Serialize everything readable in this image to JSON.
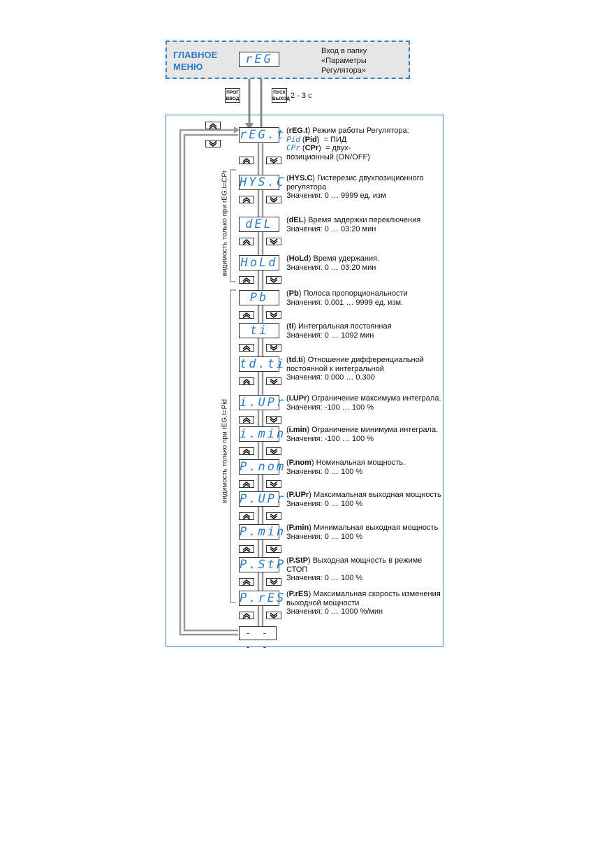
{
  "main_menu": {
    "title_line1": "ГЛАВНОЕ",
    "title_line2": "МЕНЮ",
    "display": "rEG",
    "note_line1": "Вход в папку",
    "note_line2": "«Параметры Регулятора»"
  },
  "keys": {
    "prog_line1": "ПРОГ",
    "prog_line2": "ВВОД",
    "pusk_line1": "ПУСК",
    "pusk_line2": "ВЫХОД",
    "hold_time": "2 - 3 с"
  },
  "groups": {
    "cpr_label": "видимость только при rEG.t=CPr",
    "pid_label": "видимость только при rEG.t=Pid"
  },
  "params": [
    {
      "display": "rEG.t",
      "code": "rEG.t",
      "name": " Режим работы Регулятора:"
    },
    {
      "display": "HYS.C",
      "code": "HYS.C",
      "name": " Гистерезис двухпозиционного регулятора",
      "values": "Значения: 0 … 9999 ед. изм"
    },
    {
      "display": "dEL",
      "code": "dEL",
      "name": " Время задержки переключения",
      "values": "Значения: 0 … 03:20 мин"
    },
    {
      "display": "HoLd",
      "code": "HoLd",
      "name": " Время удержания.",
      "values": "Значения: 0 … 03:20 мин"
    },
    {
      "display": "Pb",
      "code": "Pb",
      "name": " Полоса пропорциональности",
      "values": "Значения: 0.001 … 9999 ед. изм."
    },
    {
      "display": "ti",
      "code": "ti",
      "name": " Интегральная постоянная",
      "values": "Значения: 0 … 1092 мин"
    },
    {
      "display": "td.ti",
      "code": "td.ti",
      "name": " Отношение дифференциальной постоянной к интегральной",
      "values": "Значения: 0.000 … 0.300"
    },
    {
      "display": "i.UPr",
      "code": "i.UPr",
      "name": " Ограничение максимума интеграла.",
      "values": "Значения: -100 … 100 %"
    },
    {
      "display": "i.min",
      "code": "i.min",
      "name": " Ограничение минимума интеграла.",
      "values": "Значения: -100 … 100 %"
    },
    {
      "display": "P.nom",
      "code": "P.nom",
      "name": " Номинальная мощность.",
      "values": "Значения: 0 … 100 %"
    },
    {
      "display": "P.UPr",
      "code": "P.UPr",
      "name": " Максимальная выходная мощность",
      "values": "Значения: 0 … 100 %"
    },
    {
      "display": "P.min",
      "code": "P.min",
      "name": " Минимальная выходная мощность",
      "values": "Значения: 0 … 100 %"
    },
    {
      "display": "P.StP",
      "code": "P.StP",
      "name": " Выходная мощность в режиме СТОП",
      "values": "Значения: 0 … 100 %"
    },
    {
      "display": "P.rES",
      "code": "P.rES",
      "name": " Максимальная скорость изменения выходной мощности",
      "values": "Значения: 0 … 1000 %/мин"
    }
  ],
  "reg_modes": {
    "pid_display": "Pid",
    "pid_code": "Pid",
    "pid_value": "= ПИД",
    "cpr_display": "CPr",
    "cpr_code": "CPr",
    "cpr_value": "= двух-",
    "cpr_value_cont": "позиционный (ON/OFF)"
  },
  "end_display": "- - - -"
}
